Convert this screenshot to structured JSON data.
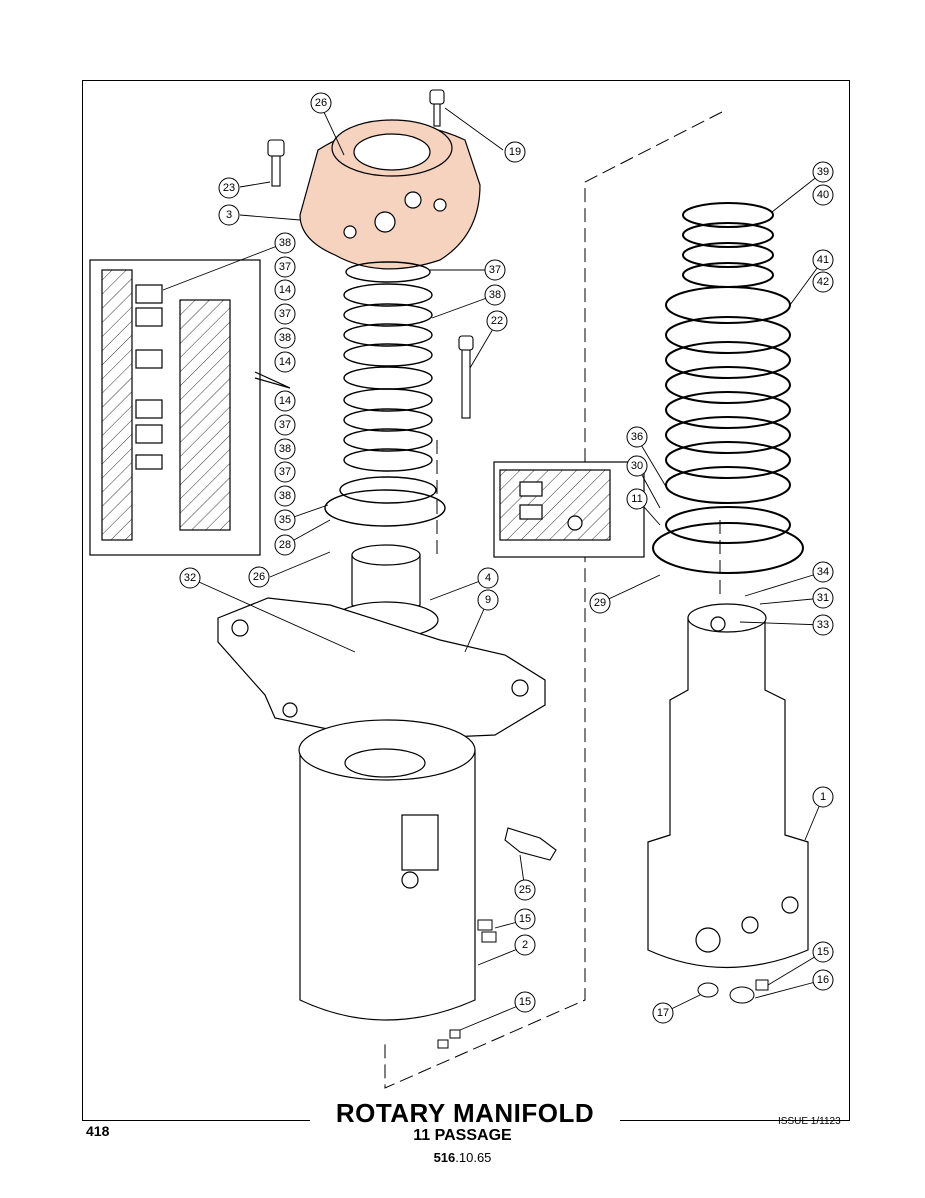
{
  "title": "ROTARY MANIFOLD",
  "subtitle": "11 PASSAGE",
  "page_number": "418",
  "issue": "ISSUE 1/1123",
  "doc_code_bold": "516",
  "doc_code_rest": ".10.65",
  "colors": {
    "highlight_part": "#f5d3bf",
    "line": "#000000"
  },
  "callouts": {
    "c26a": "26",
    "c19": "19",
    "c23": "23",
    "c3": "3",
    "c38a": "38",
    "c37a": "37",
    "c14a": "14",
    "c37b": "37",
    "c38b": "38",
    "c14b": "14",
    "c14c": "14",
    "c37c": "37",
    "c38c": "38",
    "c37d": "37",
    "c38d": "38",
    "c35": "35",
    "c28": "28",
    "c37e": "37",
    "c38e": "38",
    "c22": "22",
    "c26b": "26",
    "c32": "32",
    "c4": "4",
    "c9": "9",
    "c25": "25",
    "c15a": "15",
    "c2": "2",
    "c15b": "15",
    "c39": "39",
    "c40": "40",
    "c41": "41",
    "c42": "42",
    "c36": "36",
    "c30": "30",
    "c11": "11",
    "c29": "29",
    "c34": "34",
    "c31": "31",
    "c33": "33",
    "c1": "1",
    "c15c": "15",
    "c16": "16",
    "c17": "17"
  }
}
